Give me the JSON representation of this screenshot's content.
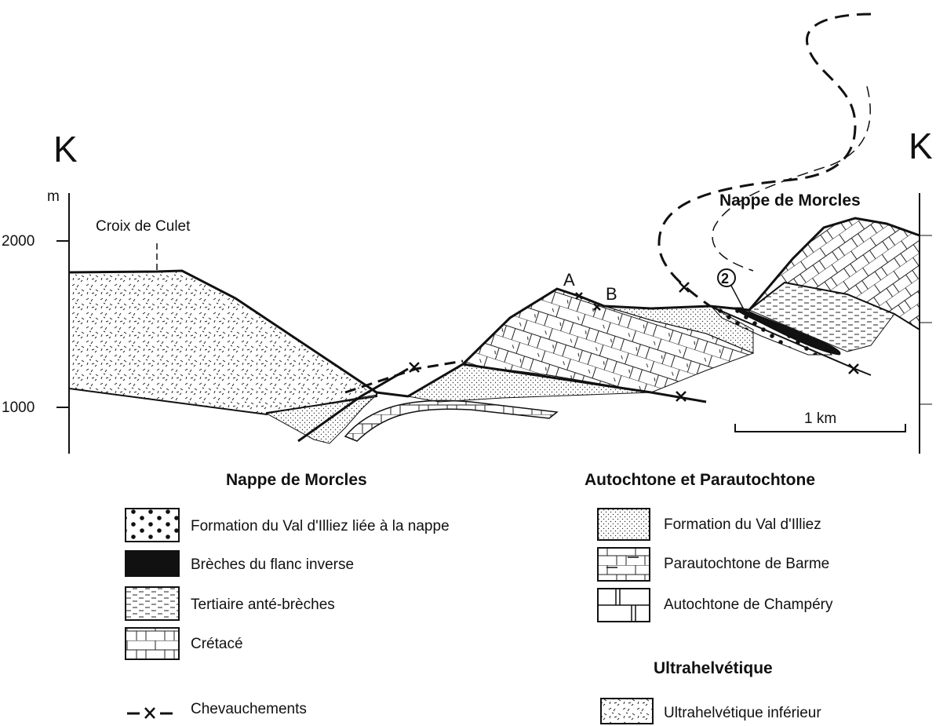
{
  "section": {
    "left_letter": "K",
    "right_letter": "K"
  },
  "axis": {
    "unit": "m",
    "ticks": [
      "2000",
      "1000"
    ]
  },
  "peaks": {
    "croix": "Croix de Culet"
  },
  "labels": {
    "nappe_title": "Nappe de Morcles",
    "point_a": "A",
    "point_b": "B",
    "point_2": "2",
    "scale": "1 km"
  },
  "legend": {
    "nappe": {
      "header": "Nappe de Morcles",
      "items": [
        {
          "label": "Formation du Val d'Illiez liée à la nappe",
          "pattern": "dots"
        },
        {
          "label": "Brèches du flanc inverse",
          "pattern": "black"
        },
        {
          "label": "Tertiaire anté-brèches",
          "pattern": "dashes"
        },
        {
          "label": "Crétacé",
          "pattern": "bricks"
        }
      ],
      "thrust_label": "Chevauchements"
    },
    "autochtone": {
      "header": "Autochtone et Parautochtone",
      "items": [
        {
          "label": "Formation du Val d'Illiez",
          "pattern": "stipple"
        },
        {
          "label": "Parautochtone de Barme",
          "pattern": "bricks-dash"
        },
        {
          "label": "Autochtone de Champéry",
          "pattern": "bricks-tall"
        }
      ]
    },
    "ultra": {
      "header": "Ultrahelvétique",
      "items": [
        {
          "label": "Ultrahelvétique inférieur",
          "pattern": "ticks"
        }
      ]
    }
  }
}
